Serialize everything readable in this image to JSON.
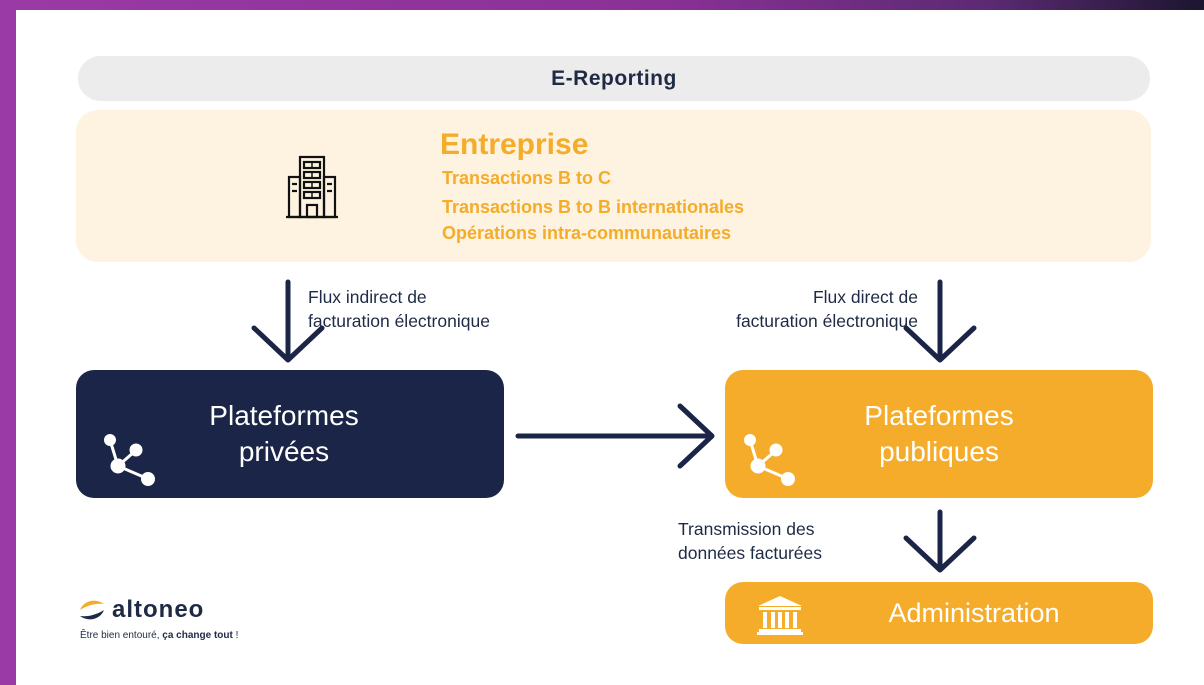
{
  "title": "E-Reporting",
  "entreprise": {
    "title": "Entreprise",
    "lines": [
      "Transactions B to C",
      "Transactions B to B internationales",
      "Opérations intra-communautaires"
    ],
    "icon": "building-icon"
  },
  "flows": {
    "indirect": "Flux indirect de\nfacturation électronique",
    "direct": "Flux direct de\nfacturation électronique",
    "transmission": "Transmission des\ndonnées facturées"
  },
  "boxes": {
    "privees": {
      "label": "Plateformes\nprivées",
      "icon": "network-icon"
    },
    "publiques": {
      "label": "Plateformes\npubliques",
      "icon": "network-icon"
    },
    "administration": {
      "label": "Administration",
      "icon": "bank-icon"
    }
  },
  "brand": {
    "name": "altoneo",
    "tagline_start": "Être bien entouré, ",
    "tagline_emph": "ça change tout",
    "tagline_end": " !"
  },
  "colors": {
    "navy": "#1b2547",
    "orange": "#f4ac2a",
    "cream": "#fdf3e0",
    "grey": "#ececec"
  }
}
